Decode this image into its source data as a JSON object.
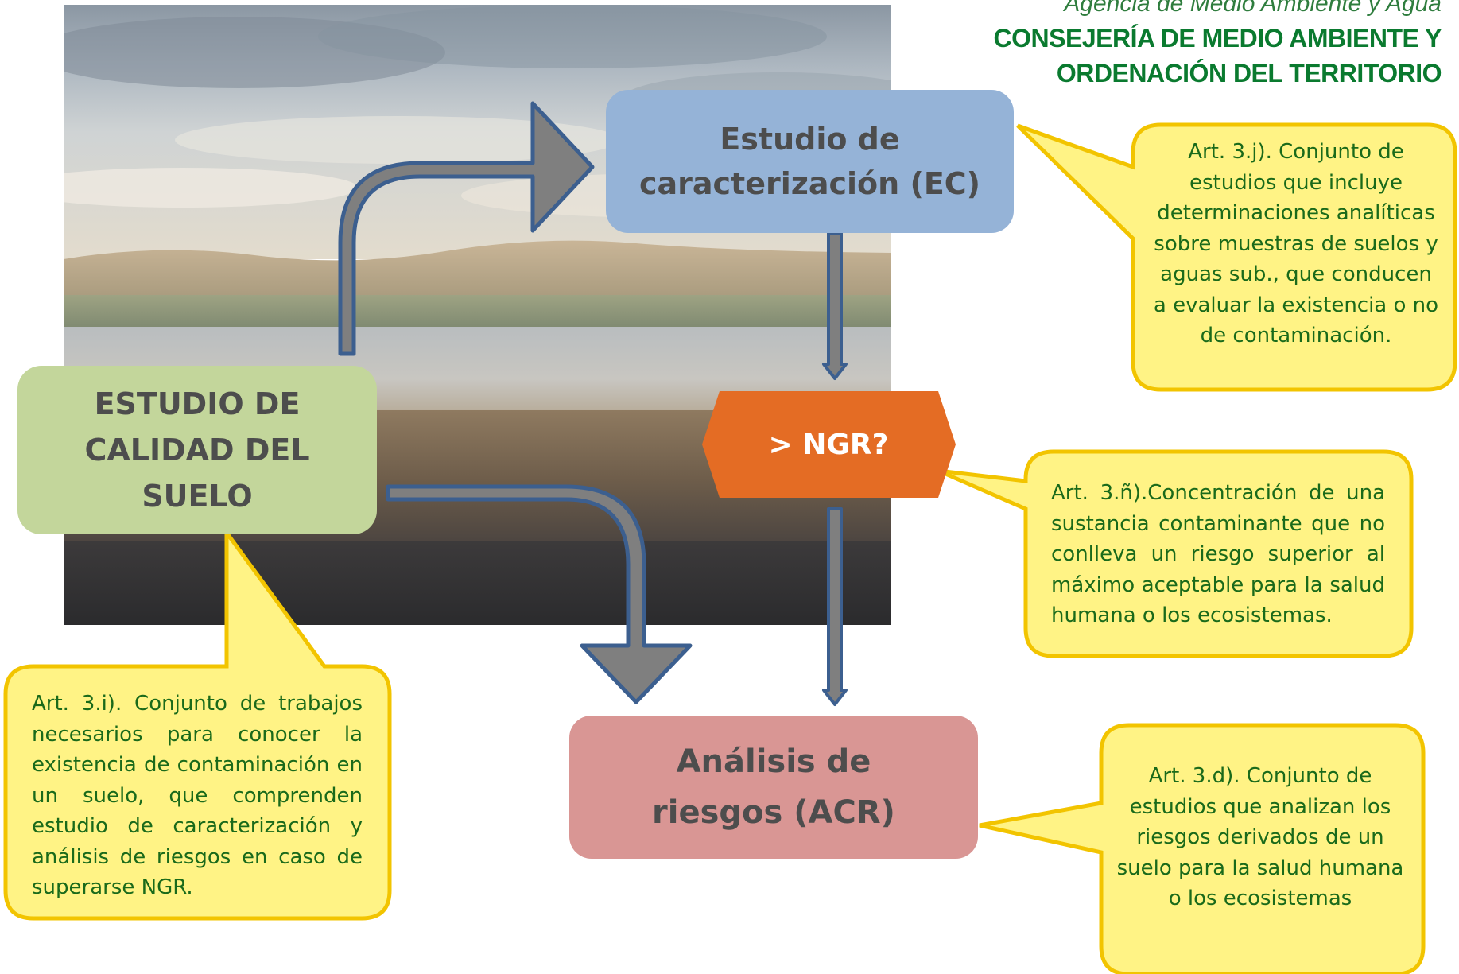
{
  "header": {
    "agency": "Agencia de Medio Ambiente y Agua",
    "consejeria_line1": "CONSEJERÍA DE MEDIO AMBIENTE Y",
    "consejeria_line2": "ORDENACIÓN DEL TERRITORIO"
  },
  "diagram": {
    "estudio_calidad": "ESTUDIO DE CALIDAD DEL SUELO",
    "estudio_caracterizacion": "Estudio de caracterización (EC)",
    "ngr_decision": "> NGR?",
    "analisis_riesgos": "Análisis de riesgos (ACR)"
  },
  "notes": {
    "calidad": "Art. 3.i). Conjunto de trabajos necesarios para conocer la existencia de contaminación en un suelo, que comprenden estudio de caracterización y análisis de riesgos en caso de superarse NGR.",
    "caracterizacion": "Art. 3.j). Conjunto de estudios que incluye determinaciones analíticas sobre muestras de suelos y aguas sub., que conducen a evaluar la existencia o no de contaminación.",
    "ngr": "Art. 3.ñ).Concentración de una sustancia contaminante que no conlleva un riesgo superior al máximo aceptable para la salud humana o los ecosistemas.",
    "riesgos": "Art. 3.d). Conjunto de estudios que analizan los riesgos derivados de un suelo para la salud humana o los ecosistemas"
  },
  "colors": {
    "ec_box": "#95b3d7",
    "ecs_box": "#c3d69b",
    "acr_box": "#d99694",
    "ngr_box": "#e46c24",
    "callout_fill": "#fff385",
    "callout_border": "#f2c400",
    "arrow_gray": "#7f7f7f",
    "arrow_outline": "#3c5f8f",
    "header_green": "#0a7a2f"
  }
}
